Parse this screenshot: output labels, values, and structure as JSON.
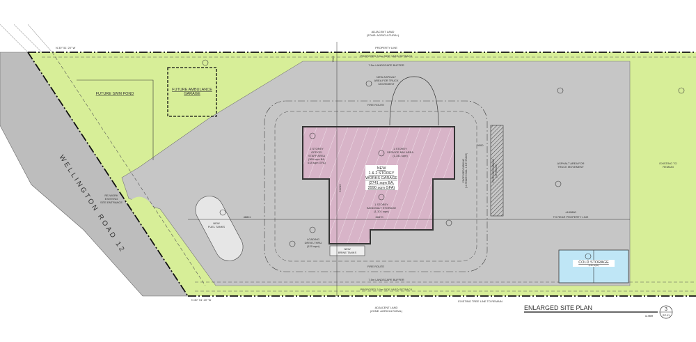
{
  "colors": {
    "landscape": "#d7ee98",
    "asphalt": "#c6c6c6",
    "building": "#d8b4c8",
    "cold_storage": "#bfe6f6",
    "road": "#bdbdbd"
  },
  "labels": {
    "adjacent_land_top": [
      "ADJACENT LAND",
      "(ZONE: AGRICULTURAL)"
    ],
    "adjacent_land_bottom": [
      "ADJACENT LAND",
      "(ZONE: AGRICULTURAL)"
    ],
    "property_line": "PROPERTY LINE",
    "side_setback_top": "PROPOSED 3.0m SIDE YARD SETBACK",
    "side_setback_bottom": "PROPOSED 3.0m SIDE YARD SETBACK",
    "buffer_top": "7.5m LANDSCAPE BUFFER",
    "buffer_bottom": "7.5m LANDSCAPE BUFFER",
    "new_asphalt": [
      "NEW ASPHALT",
      "AREA FOR TRUCK",
      "MOVEMENT"
    ],
    "asphalt_truck": [
      "ASPHALT AREA FOR",
      "TRUCK MOVEMENT"
    ],
    "existing_to_remain": [
      "EXISTING TO",
      "REMAIN"
    ],
    "fire_route": "FIRE ROUTE",
    "to_rear": "TO REAR PROPERTY LINE",
    "rear_dim": "±189860",
    "bearing_top": "N 30° 51' 20\" W",
    "bearing_bottom": "N 30° 51' 20\" W",
    "tree_line": "EXISTING TREE LINE TO REMAIN",
    "road": "WELLINGTON ROAD 12",
    "swm_pond": "FUTURE SWM POND",
    "ambulance": [
      "FUTURE AMBULANCE",
      "GARAGE"
    ],
    "fuel_tanks": [
      "NEW",
      "FUEL TANKS"
    ],
    "brine_tank": [
      "NEW",
      "BRINE TANKS"
    ],
    "entrance": [
      "RE-WORK",
      "EXISTING",
      "SITE ENTRANCE"
    ],
    "loading": [
      "LOADING",
      "DRIVE-THRU",
      "(120 sqm)"
    ],
    "office": [
      "2 STOREY",
      "OFFICE/",
      "STAFF AREA",
      "(369 sqm BA,",
      "618 sqm GFA)"
    ],
    "service_bay": [
      "1 STOREY",
      "SERVICE BAY AREA",
      "(1,341 sqm)"
    ],
    "storage": [
      "1 STOREY",
      "SAND/SALT STORAGE",
      "(1,101 sqm)"
    ],
    "garage": [
      "NEW",
      "1 & 2 STOREY",
      "WORKS GARAGE",
      "(2741 sqm BA,",
      "2990 sqm GFA)"
    ],
    "cold_storage": [
      "COLD STORAGE",
      "(445 SQM)"
    ],
    "parking_left": [
      "PROPOSED PARKING",
      "(14 SPACES INCL. 1 B.F. SPACE)"
    ],
    "parking_right": [
      "PROPOSED PARKING",
      "(15 SPACES)"
    ],
    "dim_building_width": "66870",
    "dim_building_depth": "51215",
    "dim_48811": "48811",
    "dim_9000": "9000",
    "dim_7500": "7500"
  },
  "title_block": {
    "title": "ENLARGED SITE PLAN",
    "scale": "1:400",
    "number": "3",
    "sheet": "SP.01"
  }
}
